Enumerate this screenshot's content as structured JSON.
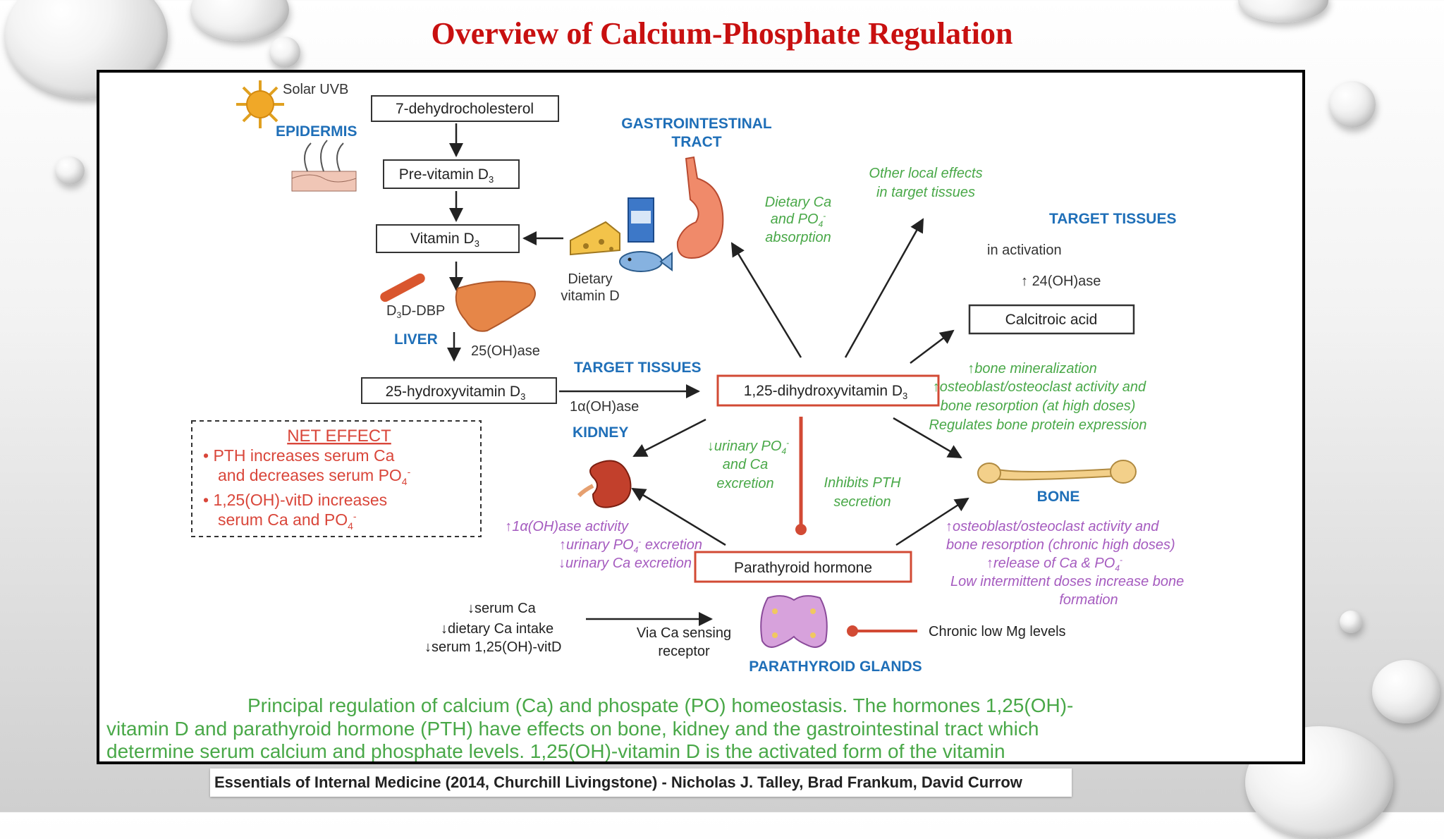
{
  "title": "Overview of Calcium-Phosphate Regulation",
  "uv": {
    "label": "Solar UVB",
    "epidermis": "EPIDERMIS"
  },
  "boxes": {
    "dehydro": "7-dehydrocholesterol",
    "previtd": "Pre-vitamin D",
    "vitd": "Vitamin D",
    "hydroxy25": "25-hydroxyvitamin D",
    "dihydroxy": "1,25-dihydroxyvitamin D",
    "calcitroic": "Calcitroic acid",
    "pth": "Parathyroid hormone"
  },
  "labels": {
    "gi": [
      "GASTROINTESTINAL",
      "TRACT"
    ],
    "dietary_vitd": [
      "Dietary",
      "vitamin D"
    ],
    "d3dbp": "D-DBP",
    "liver": "LIVER",
    "oh25ase": "25(OH)ase",
    "target_tissues_left": "TARGET TISSUES",
    "oh1ase": "1α(OH)ase",
    "kidney": "KIDNEY",
    "dietary_absorption": [
      "Dietary Ca",
      "and PO",
      "absorption"
    ],
    "other_local": [
      "Other local effects",
      "in target tissues"
    ],
    "target_tissues_right": "TARGET TISSUES",
    "in_activation": "in activation",
    "oh24ase": "24(OH)ase",
    "bone_effects": [
      "bone mineralization",
      "osteoblast/osteoclast activity and",
      "bone resorption (at high doses)",
      "Regulates bone protein expression"
    ],
    "bone": "BONE",
    "urinary": [
      "urinary PO",
      "and Ca",
      "excretion"
    ],
    "inhibits": [
      "Inhibits PTH",
      "secretion"
    ],
    "kidney_effects": [
      "1α(OH)ase activity",
      "urinary PO",
      "excretion",
      "urinary Ca excretion"
    ],
    "pth_bone": [
      "osteoblast/osteoclast activity and",
      "bone resorption (chronic high doses)",
      "release of Ca & PO",
      "Low intermittent doses increase bone",
      "formation"
    ],
    "stimuli": [
      "serum Ca",
      "dietary Ca intake",
      "serum 1,25(OH)-vitD"
    ],
    "via_ca": [
      "Via Ca sensing",
      "receptor"
    ],
    "parathyroid_glands": "PARATHYROID GLANDS",
    "chronic_mg": "Chronic low Mg levels"
  },
  "net_effect": {
    "heading": "NET EFFECT",
    "bullet1": [
      "PTH increases serum Ca",
      "and decreases serum PO"
    ],
    "bullet2": [
      "1,25(OH)-vitD increases",
      "serum Ca and PO"
    ]
  },
  "caption": [
    "Principal regulation of calcium (Ca) and phospate (PO) homeostasis. The hormones 1,25(OH)-",
    "vitamin D and parathyroid hormone (PTH) have effects on bone, kidney and the gastrointestinal tract which",
    "determine serum calcium and phosphate levels. 1,25(OH)-vitamin D is the activated form of the vitamin"
  ],
  "citation": "Essentials of Internal Medicine (2014, Churchill Livingstone) - Nicholas J. Talley, Brad Frankum, David Currow",
  "colors": {
    "title": "#c81010",
    "heading_blue": "#1f6fb8",
    "green": "#49a848",
    "purple": "#a55bbf",
    "red_box": "#d24a34",
    "net_effect": "#d9463a"
  }
}
